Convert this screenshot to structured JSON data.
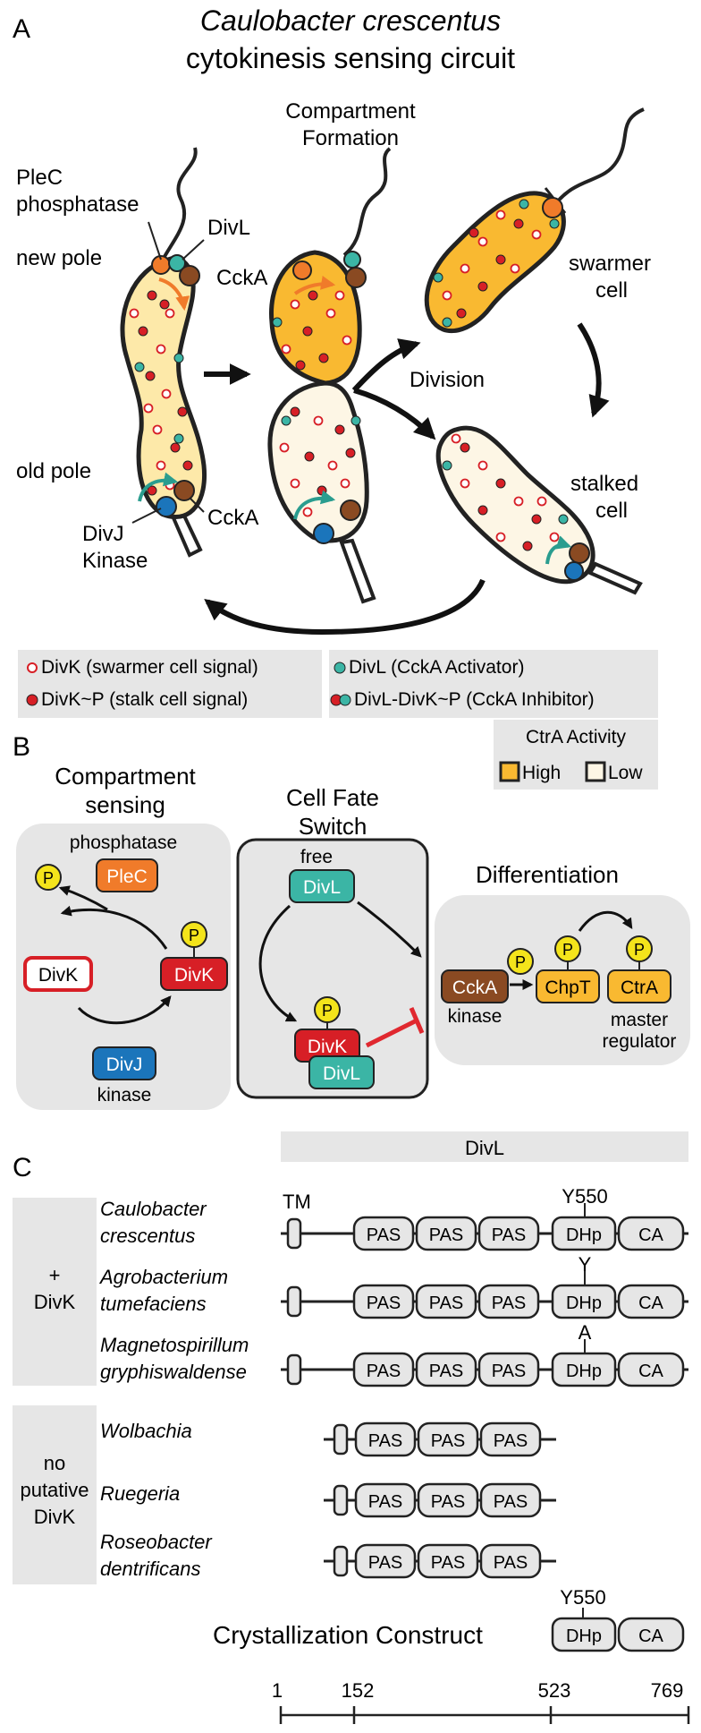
{
  "colors": {
    "high": "#f9b931",
    "low": "#fdf6e5",
    "pale_yellow": "#fde9a9",
    "red": "#d71f26",
    "teal": "#3bb5a5",
    "orange": "#f07b2a",
    "blue": "#1b75bb",
    "brown": "#8a4a22",
    "yellow": "#f4e41b",
    "panel": "#e6e6e6"
  },
  "panelA": {
    "letter": "A",
    "title_line1": "Caulobacter crescentus",
    "title_line2": "cytokinesis sensing circuit",
    "compartment_line1": "Compartment",
    "compartment_line2": "Formation",
    "plec_line1": "PleC",
    "plec_line2": "phosphatase",
    "divl": "DivL",
    "new_pole": "new pole",
    "ccka_top": "CckA",
    "old_pole": "old pole",
    "ccka_bottom": "CckA",
    "divj_line1": "DivJ",
    "divj_line2": "Kinase",
    "swarmer_line1": "swarmer",
    "swarmer_line2": "cell",
    "division": "Division",
    "stalked_line1": "stalked",
    "stalked_line2": "cell",
    "legend": [
      "DivK (swarmer cell signal)",
      "DivK~P (stalk cell signal)",
      "DivL (CckA Activator)",
      "DivL-DivK~P (CckA Inhibitor)"
    ]
  },
  "panelB": {
    "letter": "B",
    "ctra_title": "CtrA Activity",
    "high": "High",
    "low": "Low",
    "sensing_line1": "Compartment",
    "sensing_line2": "sensing",
    "phosphatase": "phosphatase",
    "plec": "PleC",
    "p": "P",
    "divk": "DivK",
    "divk_p": "DivK",
    "divj": "DivJ",
    "kinase": "kinase",
    "switch_line1": "Cell Fate",
    "switch_line2": "Switch",
    "free": "free",
    "divl": "DivL",
    "complex_divk": "DivK",
    "complex_divl": "DivL",
    "differentiation": "Differentiation",
    "ccka": "CckA",
    "ccka_kinase": "kinase",
    "chpt": "ChpT",
    "ctra": "CtrA",
    "master_line1": "master",
    "master_line2": "regulator"
  },
  "panelC": {
    "letter": "C",
    "header": "DivL",
    "tm": "TM",
    "y550": "Y550",
    "y": "Y",
    "a": "A",
    "plus_line1": "+",
    "plus_line2": "DivK",
    "no_line1": "no",
    "no_line2": "putative",
    "no_line3": "DivK",
    "species": [
      [
        "Caulobacter",
        "crescentus"
      ],
      [
        "Agrobacterium",
        "tumefaciens"
      ],
      [
        "Magnetospirillum",
        "gryphiswaldense"
      ],
      [
        "Wolbachia",
        ""
      ],
      [
        "Ruegeria",
        ""
      ],
      [
        "Roseobacter",
        "dentrificans"
      ]
    ],
    "domains": {
      "pas": "PAS",
      "dhp": "DHp",
      "ca": "CA"
    },
    "construct_label": "Crystallization Construct",
    "construct_y550": "Y550",
    "axis_ticks": [
      "1",
      "152",
      "523",
      "769"
    ]
  }
}
